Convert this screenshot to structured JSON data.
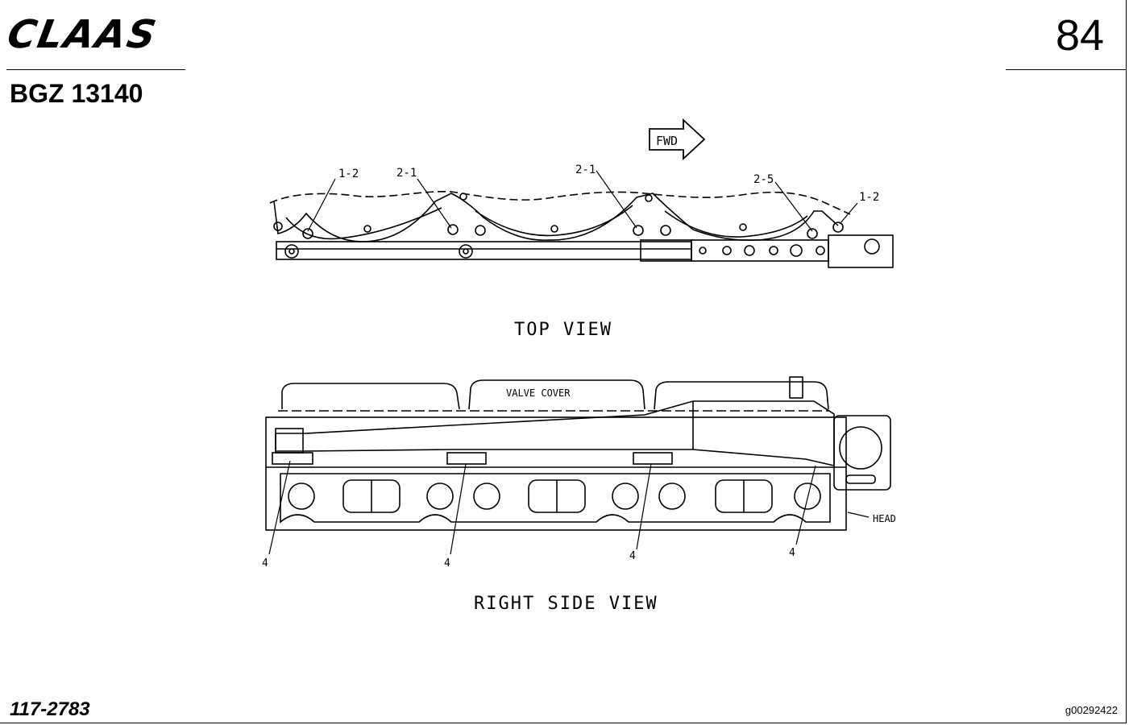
{
  "header": {
    "brand": "CLAAS",
    "page_number": "84",
    "doc_code": "BGZ 13140"
  },
  "footer": {
    "part_number": "117-2783",
    "image_id": "g00292422"
  },
  "diagram": {
    "direction_label": "FWD",
    "top_view": {
      "caption": "TOP VIEW",
      "callouts": [
        "1-2",
        "2-1",
        "2-1",
        "2-5",
        "1-2"
      ]
    },
    "side_view": {
      "caption": "RIGHT SIDE VIEW",
      "valve_cover_label": "VALVE COVER",
      "head_label": "HEAD",
      "callouts": [
        "4",
        "4",
        "4",
        "4"
      ]
    }
  }
}
